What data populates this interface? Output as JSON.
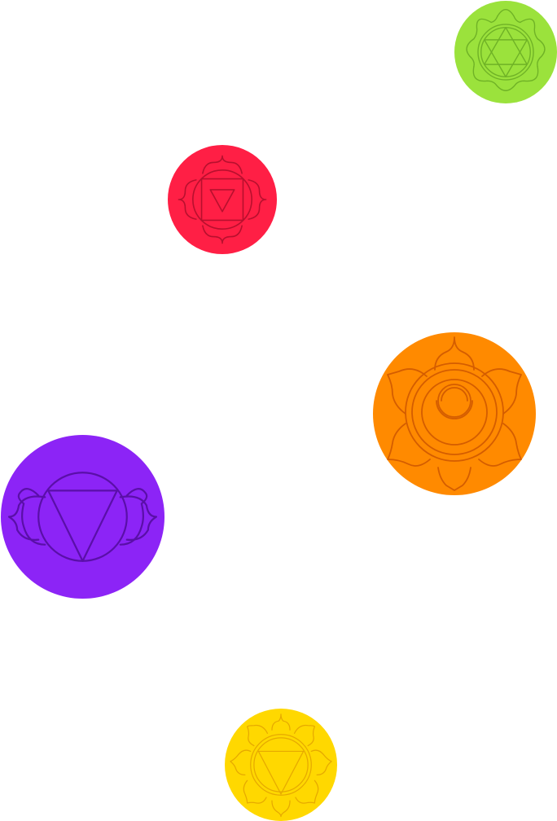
{
  "chakras": [
    {
      "id": "heart",
      "name": "heart-chakra-icon",
      "color": "#9be23c",
      "line": "#6fb226"
    },
    {
      "id": "root",
      "name": "root-chakra-icon",
      "color": "#ff1f45",
      "line": "#b8102e"
    },
    {
      "id": "sacral",
      "name": "sacral-chakra-icon",
      "color": "#ff8a00",
      "line": "#d45d00"
    },
    {
      "id": "third-eye",
      "name": "third-eye-chakra-icon",
      "color": "#8c24f6",
      "line": "#5a0fa8"
    },
    {
      "id": "solar",
      "name": "solar-plexus-chakra-icon",
      "color": "#ffd800",
      "line": "#e6a900"
    }
  ]
}
